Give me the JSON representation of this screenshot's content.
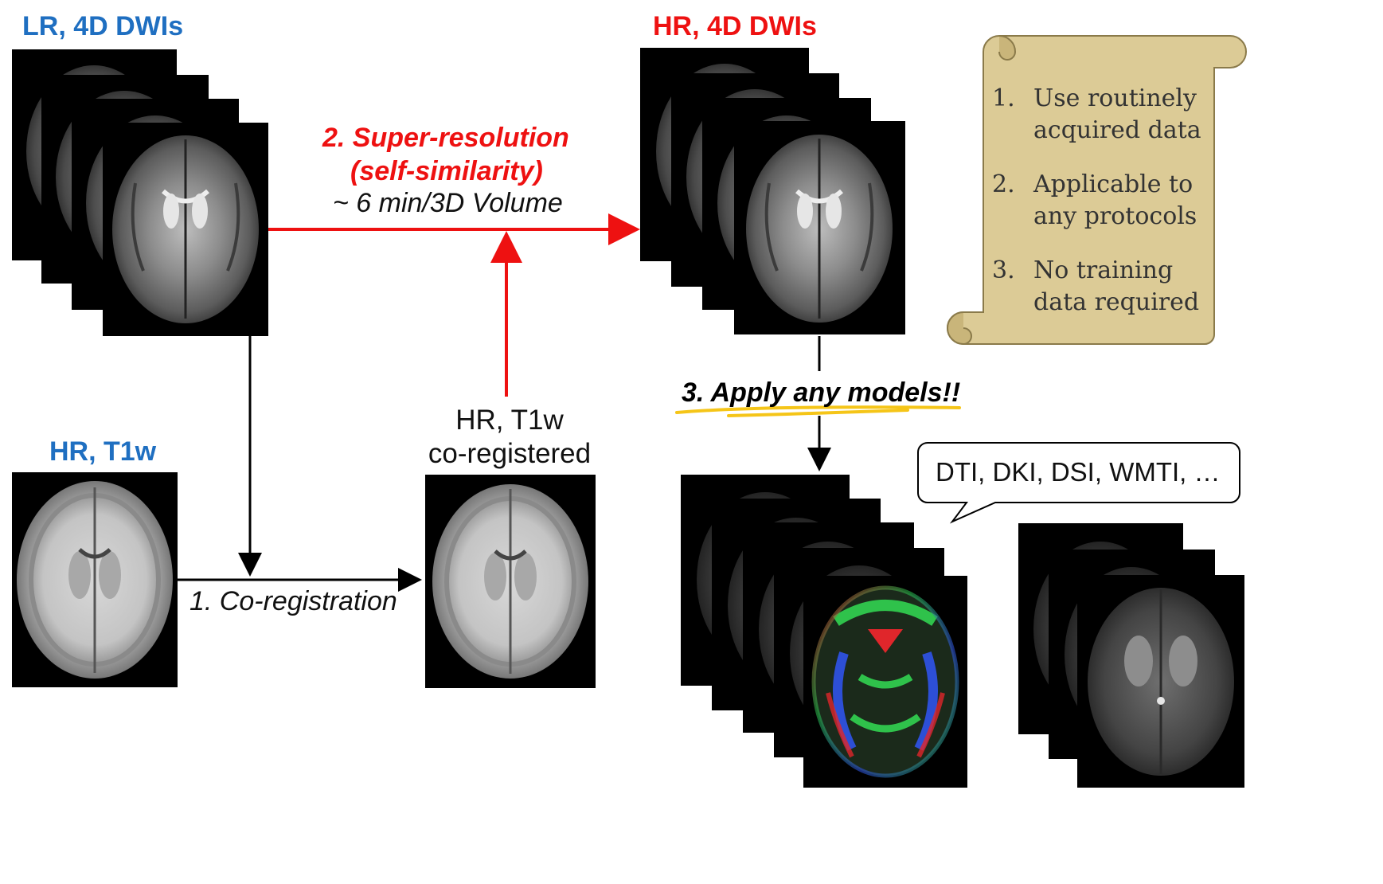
{
  "labels": {
    "lr_dwis": "LR, 4D DWIs",
    "hr_dwis": "HR, 4D DWIs",
    "hr_t1w": "HR, T1w",
    "t1w_coreg_line1": "HR,  T1w",
    "t1w_coreg_line2": "co-registered",
    "step1": "1. Co-registration",
    "step2_line1": "2. Super-resolution",
    "step2_line2": "(self-similarity)",
    "step2_time": "~ 6 min/3D Volume",
    "step3": "3. Apply any models!!",
    "models": "DTI, DKI, DSI, WMTI, …"
  },
  "scroll": {
    "items": [
      {
        "num": "1.",
        "line1": "Use routinely",
        "line2": "acquired data"
      },
      {
        "num": "2.",
        "line1": "Applicable to",
        "line2": "any protocols"
      },
      {
        "num": "3.",
        "line1": "No training",
        "line2": "data required"
      }
    ]
  },
  "colors": {
    "label_blue": "#1f6fc1",
    "arrow_red": "#ee1111",
    "highlight_yellow": "#f5c518",
    "scroll_fill": "#dccb96"
  }
}
